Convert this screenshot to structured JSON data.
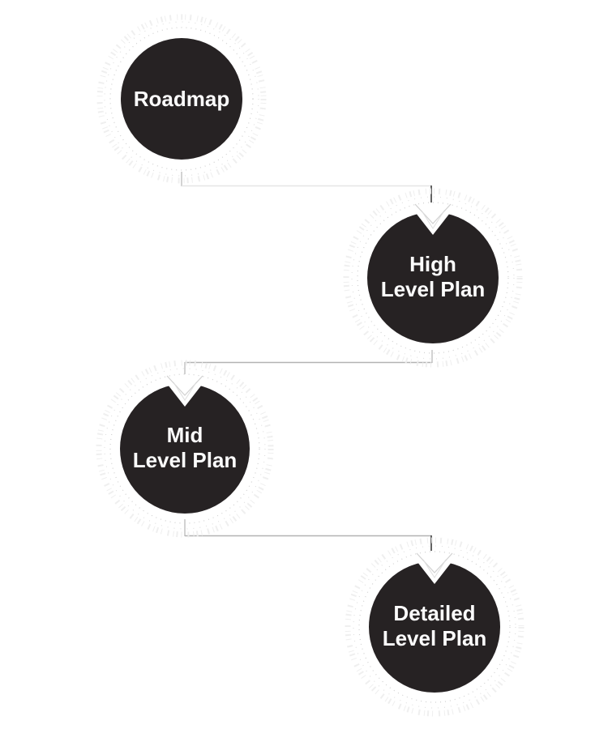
{
  "diagram": {
    "type": "flow",
    "background": "#ffffff",
    "nodes": [
      {
        "id": "roadmap",
        "label": "Roadmap",
        "lines": [
          "Roadmap"
        ]
      },
      {
        "id": "high-level-plan",
        "label": "High Level Plan",
        "lines": [
          "High",
          "Level Plan"
        ]
      },
      {
        "id": "mid-level-plan",
        "label": "Mid Level Plan",
        "lines": [
          "Mid",
          "Level Plan"
        ]
      },
      {
        "id": "detailed-level-plan",
        "label": "Detailed Level Plan",
        "lines": [
          "Detailed",
          "Level Plan"
        ]
      }
    ],
    "connections": [
      {
        "from": "Roadmap",
        "to": "High Level Plan"
      },
      {
        "from": "High Level Plan",
        "to": "Mid Level Plan"
      },
      {
        "from": "Mid Level Plan",
        "to": "Detailed Level Plan"
      }
    ],
    "colors": {
      "node_fill": "#262223",
      "node_text": "#fcfcfc",
      "connector": "#b3b3b3",
      "connector_faint": "#e6e6e6",
      "connector_dark": "#3a3a3a",
      "halo": "#c8c8c8"
    }
  }
}
